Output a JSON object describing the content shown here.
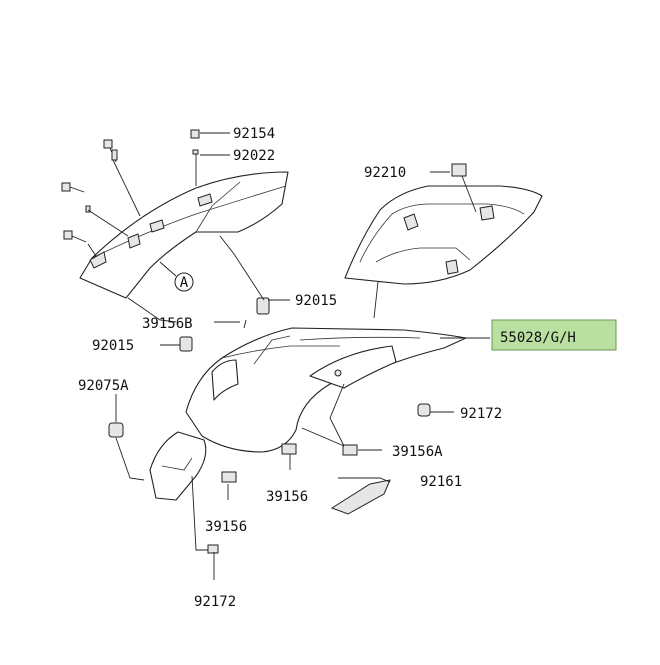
{
  "diagram": {
    "highlight_color": "#b9dfa1",
    "highlight_border": "#6a9a55",
    "labels": {
      "p92154": "92154",
      "p92022": "92022",
      "p92210": "92210",
      "p92015_top": "92015",
      "p39156b": "39156B",
      "p92015_left": "92015",
      "p55028": "55028/G/H",
      "p92075a": "92075A",
      "p92172_right": "92172",
      "p39156a": "39156A",
      "p39156_mid": "39156",
      "p92161": "92161",
      "p39156_low": "39156",
      "p92172_bottom": "92172",
      "callout_a": "A"
    }
  }
}
